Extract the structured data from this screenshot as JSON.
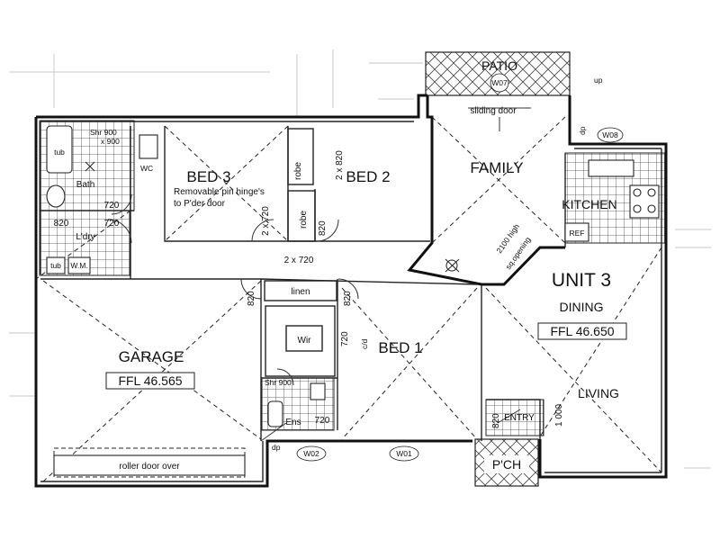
{
  "rooms": {
    "patio": "PATIO",
    "bed3": "BED 3",
    "bed3_note_1": "Removable pin hinge's",
    "bed3_note_2": "to P'der door",
    "bed2": "BED 2",
    "family": "FAMILY",
    "kitchen": "KITCHEN",
    "bath": "Bath",
    "ldry": "L'dry",
    "garage": "GARAGE",
    "bed1": "BED 1",
    "wir": "Wir",
    "linen": "linen",
    "unit": "UNIT 3",
    "dining": "DINING",
    "living": "LIVING",
    "entry": "ENTRY",
    "porch": "P'CH",
    "ens": "Ens",
    "robe": "robe",
    "wc": "WC"
  },
  "levels": {
    "garage_ffl": "FFL 46.565",
    "dining_ffl": "FFL 46.650"
  },
  "labels": {
    "sliding_door": "sliding door",
    "roller_door": "roller door over",
    "opening_1": "2100 high",
    "opening_2": "sq.opening",
    "tub": "tub",
    "wm": "W.M.",
    "ref": "REF",
    "shr": "Shr 900",
    "shr_b": "x 900",
    "cd": "c/d",
    "up": "up",
    "dp": "dp"
  },
  "dimensions": {
    "d720": "720",
    "d820": "820",
    "d2x720": "2 x 720",
    "d2x820": "2 x 820",
    "d1000": "1 000"
  },
  "windows": {
    "w01": "W01",
    "w02": "W02",
    "w07": "W07",
    "w08": "W08"
  }
}
